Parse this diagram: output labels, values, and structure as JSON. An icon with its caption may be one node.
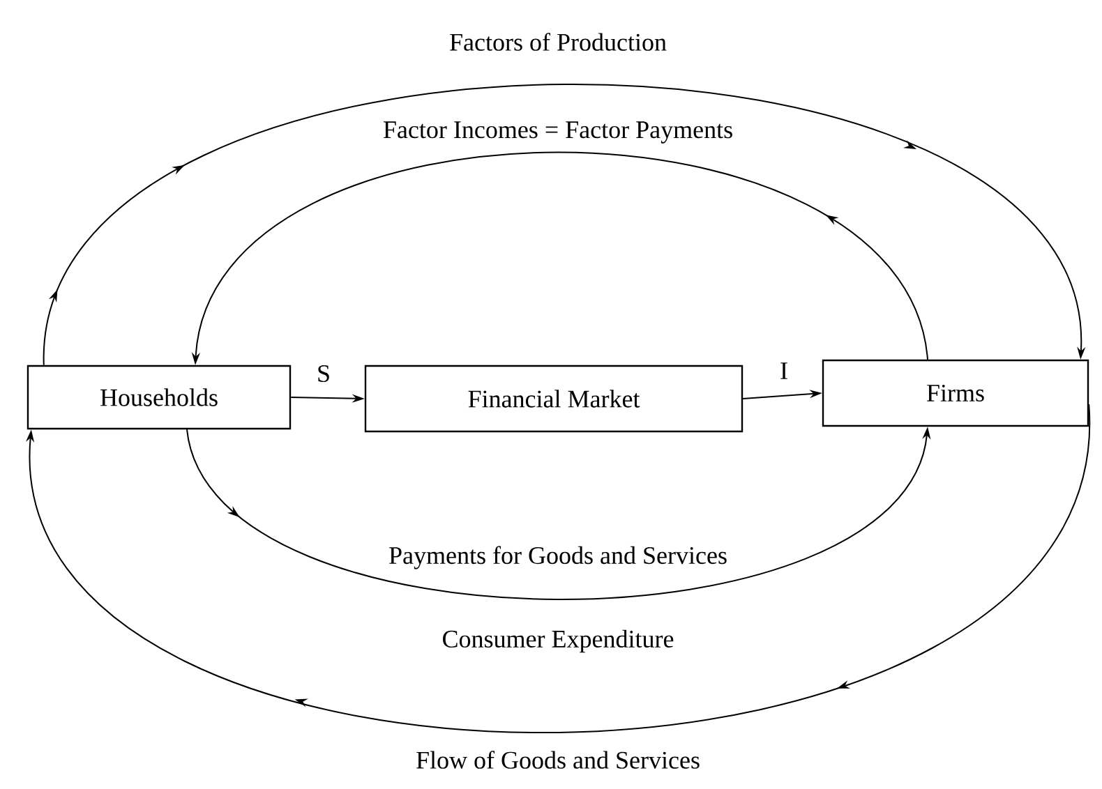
{
  "diagram": {
    "nodes": [
      {
        "text": [
          "Households"
        ]
      },
      {
        "text": [
          "Financial Market"
        ]
      },
      {
        "text": [
          "Firms"
        ]
      }
    ],
    "edges": [
      {
        "from": 0,
        "to": 2,
        "arrow": "to",
        "label": "Factors of Production"
      },
      {
        "from": 2,
        "to": 0,
        "arrow": "to",
        "label": "Factor Incomes = Factor Payments"
      },
      {
        "from": 0,
        "to": 1,
        "arrow": "to",
        "label": "S"
      },
      {
        "from": 1,
        "to": 2,
        "arrow": "to",
        "label": "I"
      },
      {
        "from": 0,
        "to": 2,
        "arrow": "to",
        "label": "Payments for Goods and Services"
      },
      {
        "from": 2,
        "to": 0,
        "arrow": "to",
        "label": "Flow of Goods and Services"
      }
    ],
    "labels": [
      "Consumer Expenditure"
    ]
  }
}
